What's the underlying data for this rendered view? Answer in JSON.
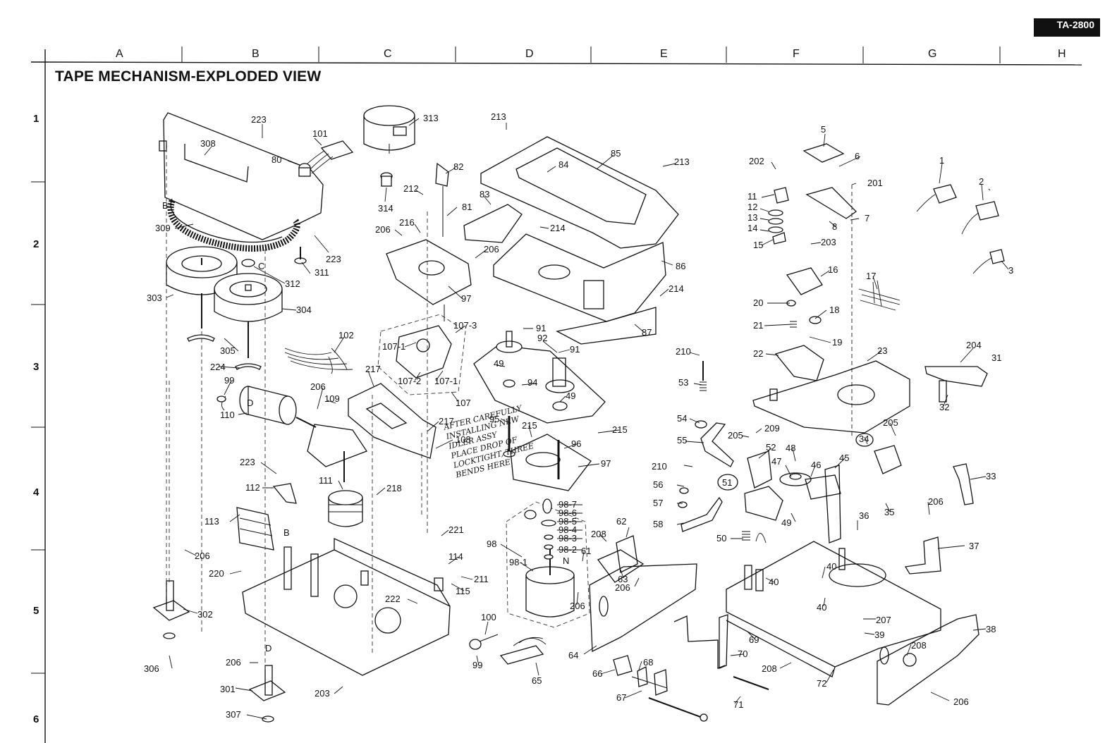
{
  "model": "TA-2800",
  "title": "TAPE  MECHANISM-EXPLODED VIEW",
  "grid_columns": [
    "A",
    "B",
    "C",
    "D",
    "E",
    "F",
    "G",
    "H"
  ],
  "grid_rows": [
    "1",
    "2",
    "3",
    "4",
    "5",
    "6"
  ],
  "note": "AFTER CAREFULLY\nINSTALLING NEW\nIDLER ASSY\nPLACE DROP OF\nLOCKTIGHT, THREE\nBENDS HERE",
  "parts": {
    "p223a": "223",
    "p101": "101",
    "p313": "313",
    "p213a": "213",
    "p85": "85",
    "p213b": "213",
    "p308": "308",
    "p80": "80",
    "p82": "82",
    "p84": "84",
    "p202": "202",
    "p5": "5",
    "p6": "6",
    "p201": "201",
    "p1": "1",
    "p2": "2",
    "p212": "212",
    "p314": "314",
    "p83": "83",
    "p81": "81",
    "p11": "11",
    "p12": "12",
    "p13": "13",
    "p14": "14",
    "p15": "15",
    "p7": "7",
    "p8": "8",
    "p309": "309",
    "p216": "216",
    "p206a": "206",
    "p214a": "214",
    "p223b": "223",
    "p203a": "203",
    "p311": "311",
    "p312": "312",
    "p206b": "206",
    "p86": "86",
    "p16": "16",
    "p3": "3",
    "p303": "303",
    "p304": "304",
    "p97a": "97",
    "p214b": "214",
    "p17": "17",
    "p20": "20",
    "p18": "18",
    "p107_3": "107-3",
    "p91a": "91",
    "p21": "21",
    "p87": "87",
    "p92": "92",
    "p19": "19",
    "p102": "102",
    "p107_1a": "107-1",
    "p91b": "91",
    "p305": "305",
    "p210a": "210",
    "p22": "22",
    "p23": "23",
    "p204": "204",
    "p224": "224",
    "p49a": "49",
    "p31": "31",
    "p217a": "217",
    "p107_2": "107-2",
    "p107_1b": "107-1",
    "p94": "94",
    "p99a": "99",
    "p53": "53",
    "p206c": "206",
    "p109": "109",
    "p49b": "49",
    "p107": "107",
    "p32": "32",
    "p110": "110",
    "p95": "95",
    "p217b": "217",
    "p215a": "215",
    "p215b": "215",
    "p54": "54",
    "p205a": "205",
    "p209": "209",
    "p205b": "205",
    "p108": "108",
    "p55": "55",
    "p96": "96",
    "p52": "52",
    "p48": "48",
    "p45": "45",
    "p34": "34",
    "p223c": "223",
    "p97b": "97",
    "p210b": "210",
    "p47": "47",
    "p46": "46",
    "p33": "33",
    "p51": "51",
    "p112": "112",
    "p111": "111",
    "p218": "218",
    "p98_7": "98-7",
    "p56": "56",
    "p98_6": "98-6",
    "p57": "57",
    "p206d": "206",
    "p98_5": "98-5",
    "p35": "35",
    "p113": "113",
    "p49c": "49",
    "p98_4": "98-4",
    "p58": "58",
    "p62": "62",
    "p36": "36",
    "p221": "221",
    "p208a": "208",
    "p98_3": "98-3",
    "p98": "98",
    "p50": "50",
    "p37": "37",
    "p206e": "206",
    "p114": "114",
    "p98_2": "98-2",
    "p61": "61",
    "p98_1": "98-1",
    "p211": "211",
    "p63": "63",
    "p40a": "40",
    "p220": "220",
    "p40b": "40",
    "p115": "115",
    "p206f": "206",
    "p222": "222",
    "p206g": "206",
    "p40c": "40",
    "p302": "302",
    "p207": "207",
    "p38": "38",
    "p100": "100",
    "p39": "39",
    "p69": "69",
    "p208b": "208",
    "p64": "64",
    "p70": "70",
    "p206h": "206",
    "p68": "68",
    "p208c": "208",
    "p306": "306",
    "p99b": "99",
    "p66": "66",
    "p72": "72",
    "p65": "65",
    "p301": "301",
    "p67": "67",
    "p203b": "203",
    "p206i": "206",
    "p71": "71",
    "p307": "307",
    "lblB1": "B",
    "lblC": "C",
    "lblD1": "D",
    "lblB2": "B",
    "lblD2": "D",
    "lblN": "N"
  }
}
